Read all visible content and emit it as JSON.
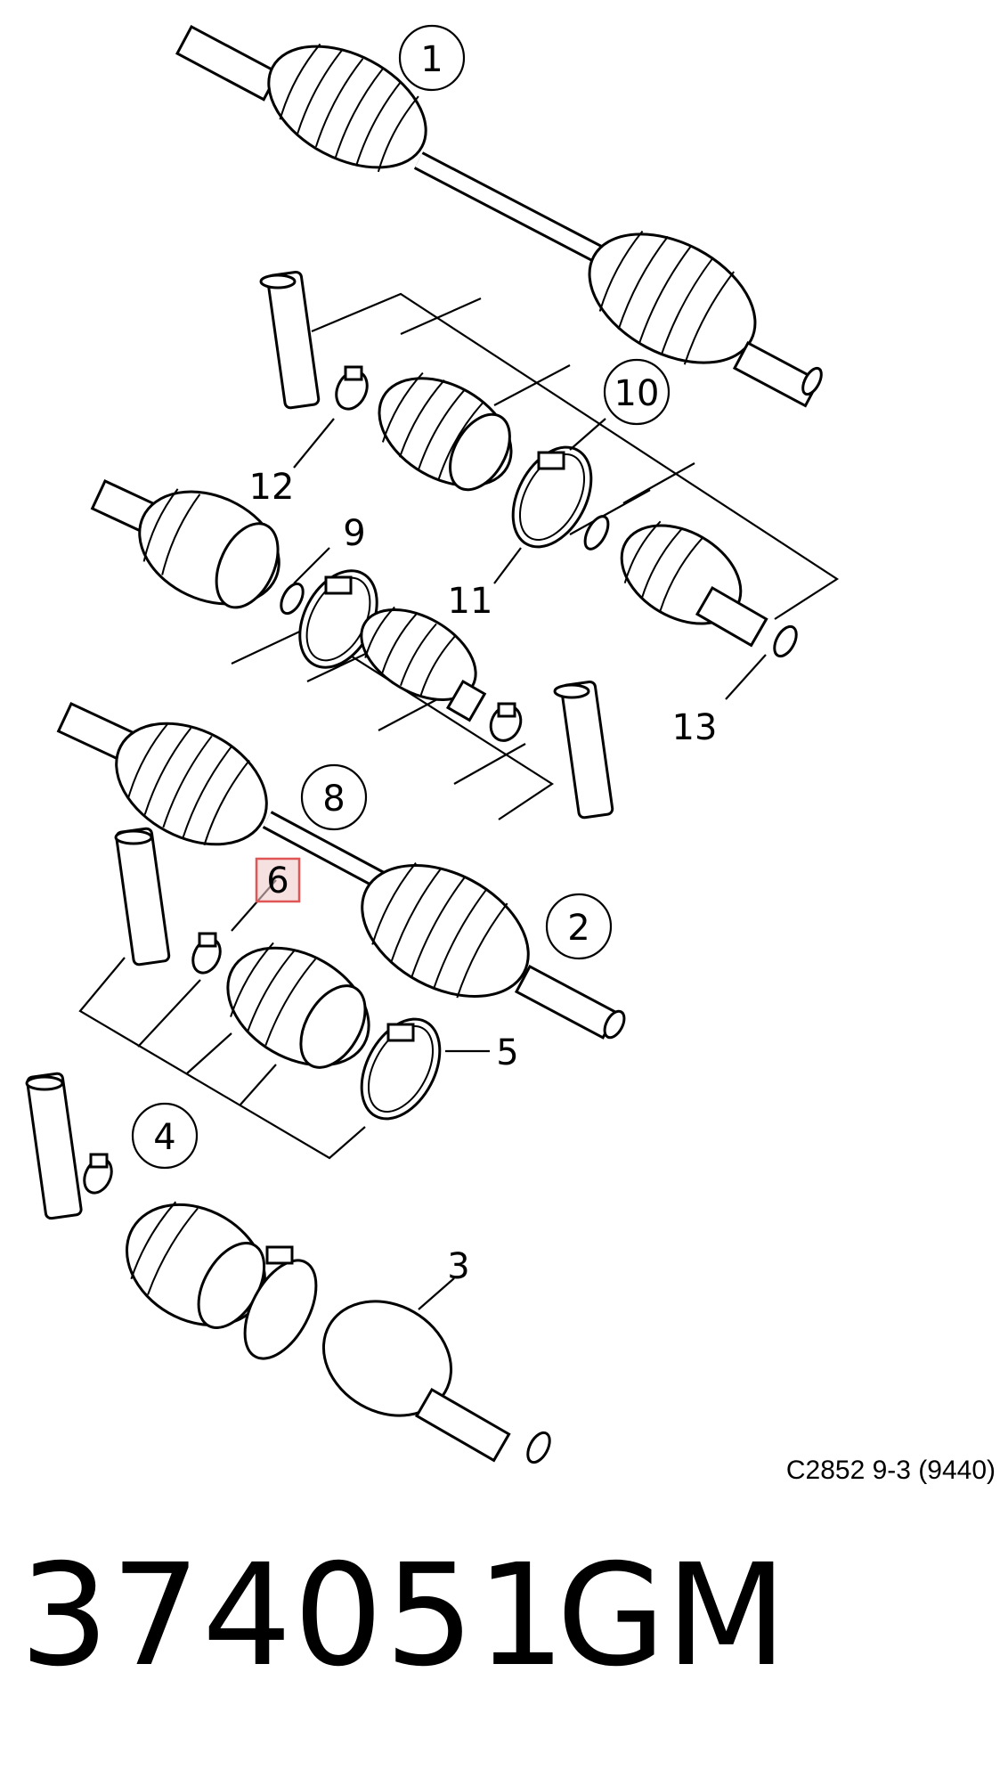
{
  "diagram": {
    "callouts": {
      "c1": "1",
      "c2": "2",
      "c3": "3",
      "c4": "4",
      "c5": "5",
      "c6": "6",
      "c8": "8",
      "c9": "9",
      "c10": "10",
      "c11": "11",
      "c12": "12",
      "c13": "13"
    },
    "highlight_color": "#e05555",
    "reference_code": "C2852 9-3 (9440)"
  },
  "footer": {
    "part_number": "374051",
    "brand": "GM"
  }
}
